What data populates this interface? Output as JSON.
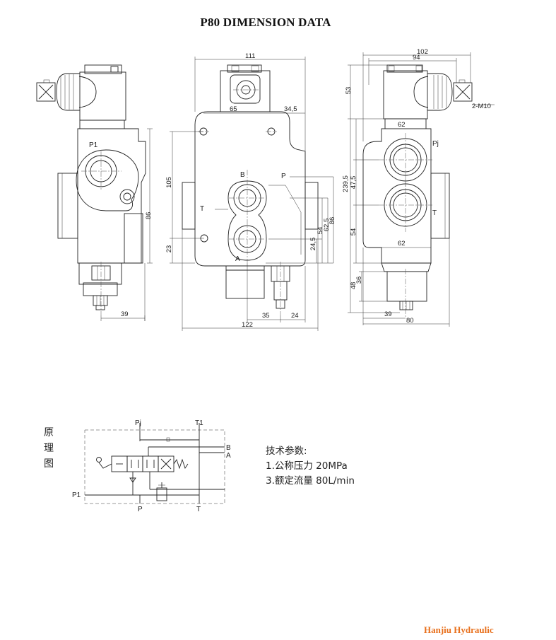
{
  "title": "P80 DIMENSION DATA",
  "left_view": {
    "port_p1": "P1",
    "dims": {
      "h86": "86",
      "h105": "105",
      "h23": "23",
      "w39": "39"
    }
  },
  "front_view": {
    "port_b": "B",
    "port_p": "P",
    "port_t": "T",
    "port_a": "A",
    "dims": {
      "w111": "111",
      "w65": "65",
      "w34_5": "34,5",
      "w122": "122",
      "w35": "35",
      "w24": "24",
      "h24_5": "24,5",
      "h54": "54",
      "h62_5": "62,5",
      "h86": "86"
    }
  },
  "right_view": {
    "port_pj": "Pj",
    "port_t": "T",
    "thread": "2-M10",
    "dims": {
      "w102": "102",
      "w94": "94",
      "w62_top": "62",
      "w62_bot": "62",
      "w39": "39",
      "w80": "80",
      "h53": "53",
      "h239_5": "239,5",
      "h47_5": "47,5",
      "h54": "54",
      "h48": "48",
      "h36": "36"
    }
  },
  "schematic": {
    "heading": [
      "原",
      "理",
      "图"
    ],
    "port_pj": "Pj",
    "port_t1": "T1",
    "port_b": "B",
    "port_a": "A",
    "port_p1": "P1",
    "port_p": "P",
    "port_t": "T"
  },
  "specs": {
    "heading": "技术参数:",
    "line1": "1.公称压力  20MPa",
    "line2": "3.额定流量  80L/min"
  },
  "brand": "Hanjiu Hydraulic"
}
